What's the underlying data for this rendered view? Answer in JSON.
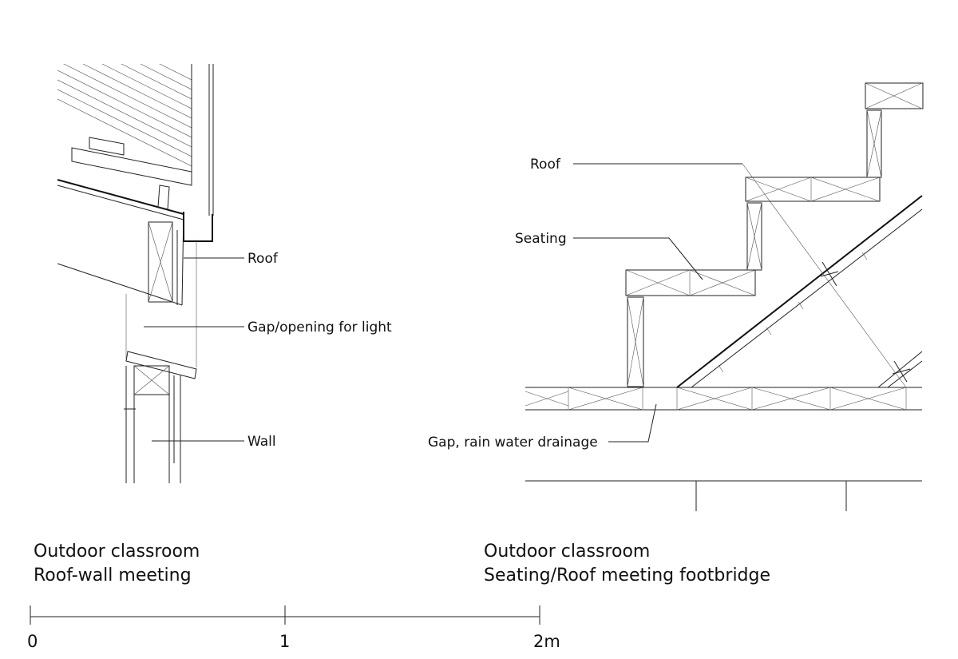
{
  "left_detail": {
    "labels": {
      "roof": "Roof",
      "gap": "Gap/opening for light",
      "wall": "Wall"
    },
    "caption": {
      "line1": "Outdoor classroom",
      "line2": "Roof-wall meeting"
    }
  },
  "right_detail": {
    "labels": {
      "roof": "Roof",
      "seating": "Seating",
      "gap": "Gap, rain water drainage"
    },
    "caption": {
      "line1": "Outdoor classroom",
      "line2": "Seating/Roof meeting footbridge"
    }
  },
  "scale_bar": {
    "ticks": [
      "0",
      "1",
      "2m"
    ]
  }
}
